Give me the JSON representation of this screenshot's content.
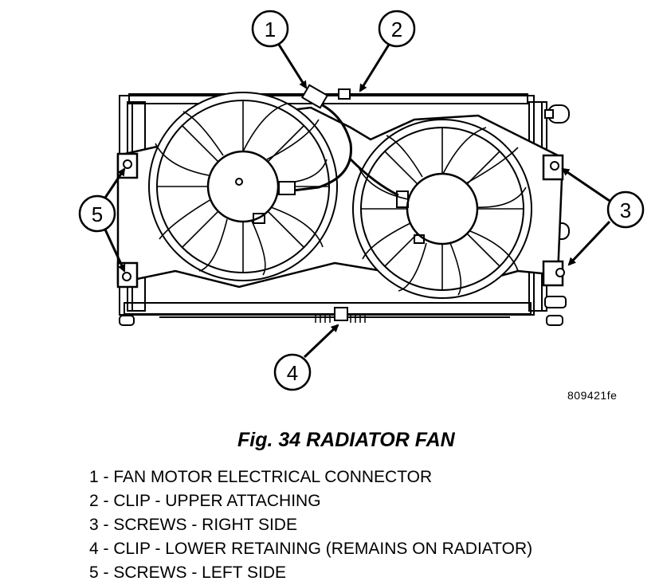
{
  "figure": {
    "callouts": [
      {
        "label": "1"
      },
      {
        "label": "2"
      },
      {
        "label": "3"
      },
      {
        "label": "4"
      },
      {
        "label": "5"
      }
    ],
    "image_code": "809421fe"
  },
  "caption": "Fig. 34 RADIATOR FAN",
  "legend": [
    "1 - FAN MOTOR ELECTRICAL CONNECTOR",
    "2 - CLIP - UPPER ATTACHING",
    "3 - SCREWS - RIGHT SIDE",
    "4 - CLIP - LOWER RETAINING (REMAINS ON RADIATOR)",
    "5 - SCREWS - LEFT SIDE"
  ]
}
